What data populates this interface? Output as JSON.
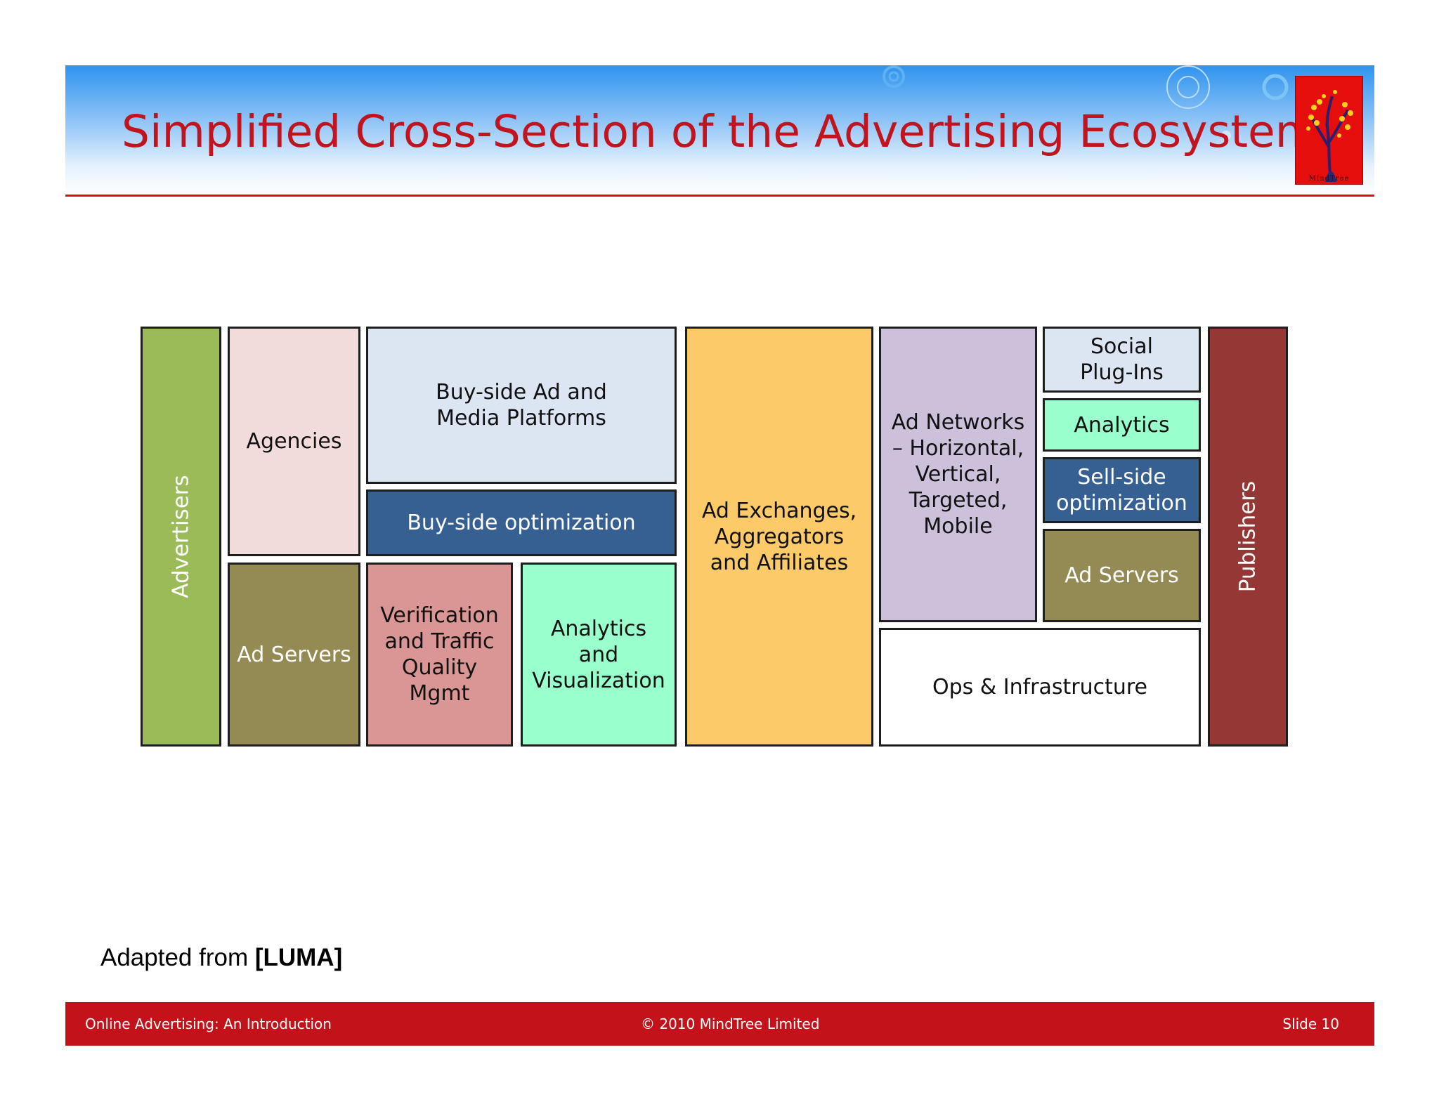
{
  "slide": {
    "title": "Simplified Cross-Section of the Advertising Ecosystem",
    "logo_text": "MindTree",
    "footnote_prefix": "Adapted from ",
    "footnote_ref": "[LUMA]"
  },
  "diagram": {
    "advertisers": "Advertisers",
    "publishers": "Publishers",
    "agencies": "Agencies",
    "ad_servers_left": "Ad Servers",
    "buy_side_platforms": "Buy-side Ad and Media Platforms",
    "buy_side_optimization": "Buy-side optimization",
    "verification": "Verification and Traffic Quality Mgmt",
    "analytics_visualization": "Analytics and Visualization",
    "ad_exchanges": "Ad Exchanges, Aggregators and Affiliates",
    "ad_networks": "Ad Networks – Horizontal, Vertical, Targeted, Mobile",
    "social_plugins": "Social Plug-Ins",
    "analytics": "Analytics",
    "sell_side_optimization": "Sell-side optimization",
    "ad_servers_right": "Ad Servers",
    "ops_infrastructure": "Ops & Infrastructure"
  },
  "colors": {
    "advertisers": "#9bbb59",
    "agencies": "#f2dcdb",
    "ad_servers": "#948a54",
    "buy_side_platforms": "#dce6f2",
    "optimization": "#366092",
    "verification": "#d99694",
    "analytics": "#99ffcc",
    "ad_exchanges": "#fdca6a",
    "ad_networks": "#ccc0da",
    "publishers": "#953735",
    "title_red": "#c0141e",
    "footer_red": "#c4121b"
  },
  "footer": {
    "left": "Online Advertising: An Introduction",
    "center": "© 2010 MindTree Limited",
    "right": "Slide 10"
  }
}
